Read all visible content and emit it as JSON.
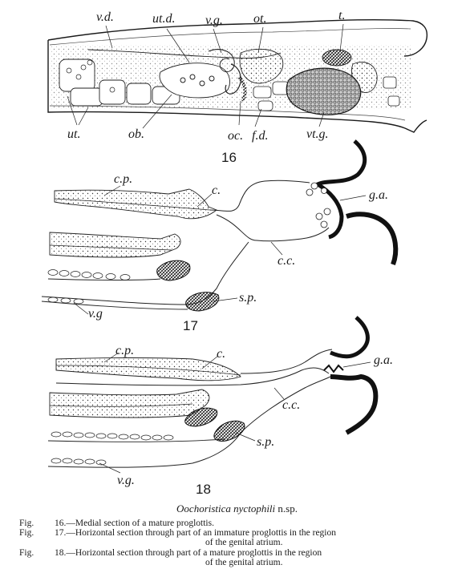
{
  "figure": {
    "fig16": {
      "number": "16",
      "labels": {
        "vd": "v.d.",
        "utd": "ut.d.",
        "vg": "v.g.",
        "ot": "ot.",
        "t": "t.",
        "ut": "ut.",
        "ob": "ob.",
        "oc": "oc.",
        "fd": "f.d.",
        "vtg": "vt.g."
      }
    },
    "fig17": {
      "number": "17",
      "labels": {
        "cp": "c.p.",
        "c": "c.",
        "ga": "g.a.",
        "cc": "c.c.",
        "sp": "s.p.",
        "vg": "v.g"
      }
    },
    "fig18": {
      "number": "18",
      "labels": {
        "cp": "c.p.",
        "c": "c.",
        "ga": "g.a.",
        "cc": "c.c.",
        "sp": "s.p.",
        "vg": "v.g."
      }
    }
  },
  "title": {
    "species": "Oochoristica nyctophili",
    "suffix": " n.sp."
  },
  "captions": [
    {
      "fig": "Fig.",
      "text": "16.—Medial section of a mature proglottis.",
      "cont": ""
    },
    {
      "fig": "Fig.",
      "text": "17.—Horizontal section through part of an immature proglottis in the region",
      "cont": "of the genital atrium."
    },
    {
      "fig": "Fig.",
      "text": "18.—Horizontal section through part of a mature proglottis in the region",
      "cont": "of the genital atrium."
    }
  ]
}
